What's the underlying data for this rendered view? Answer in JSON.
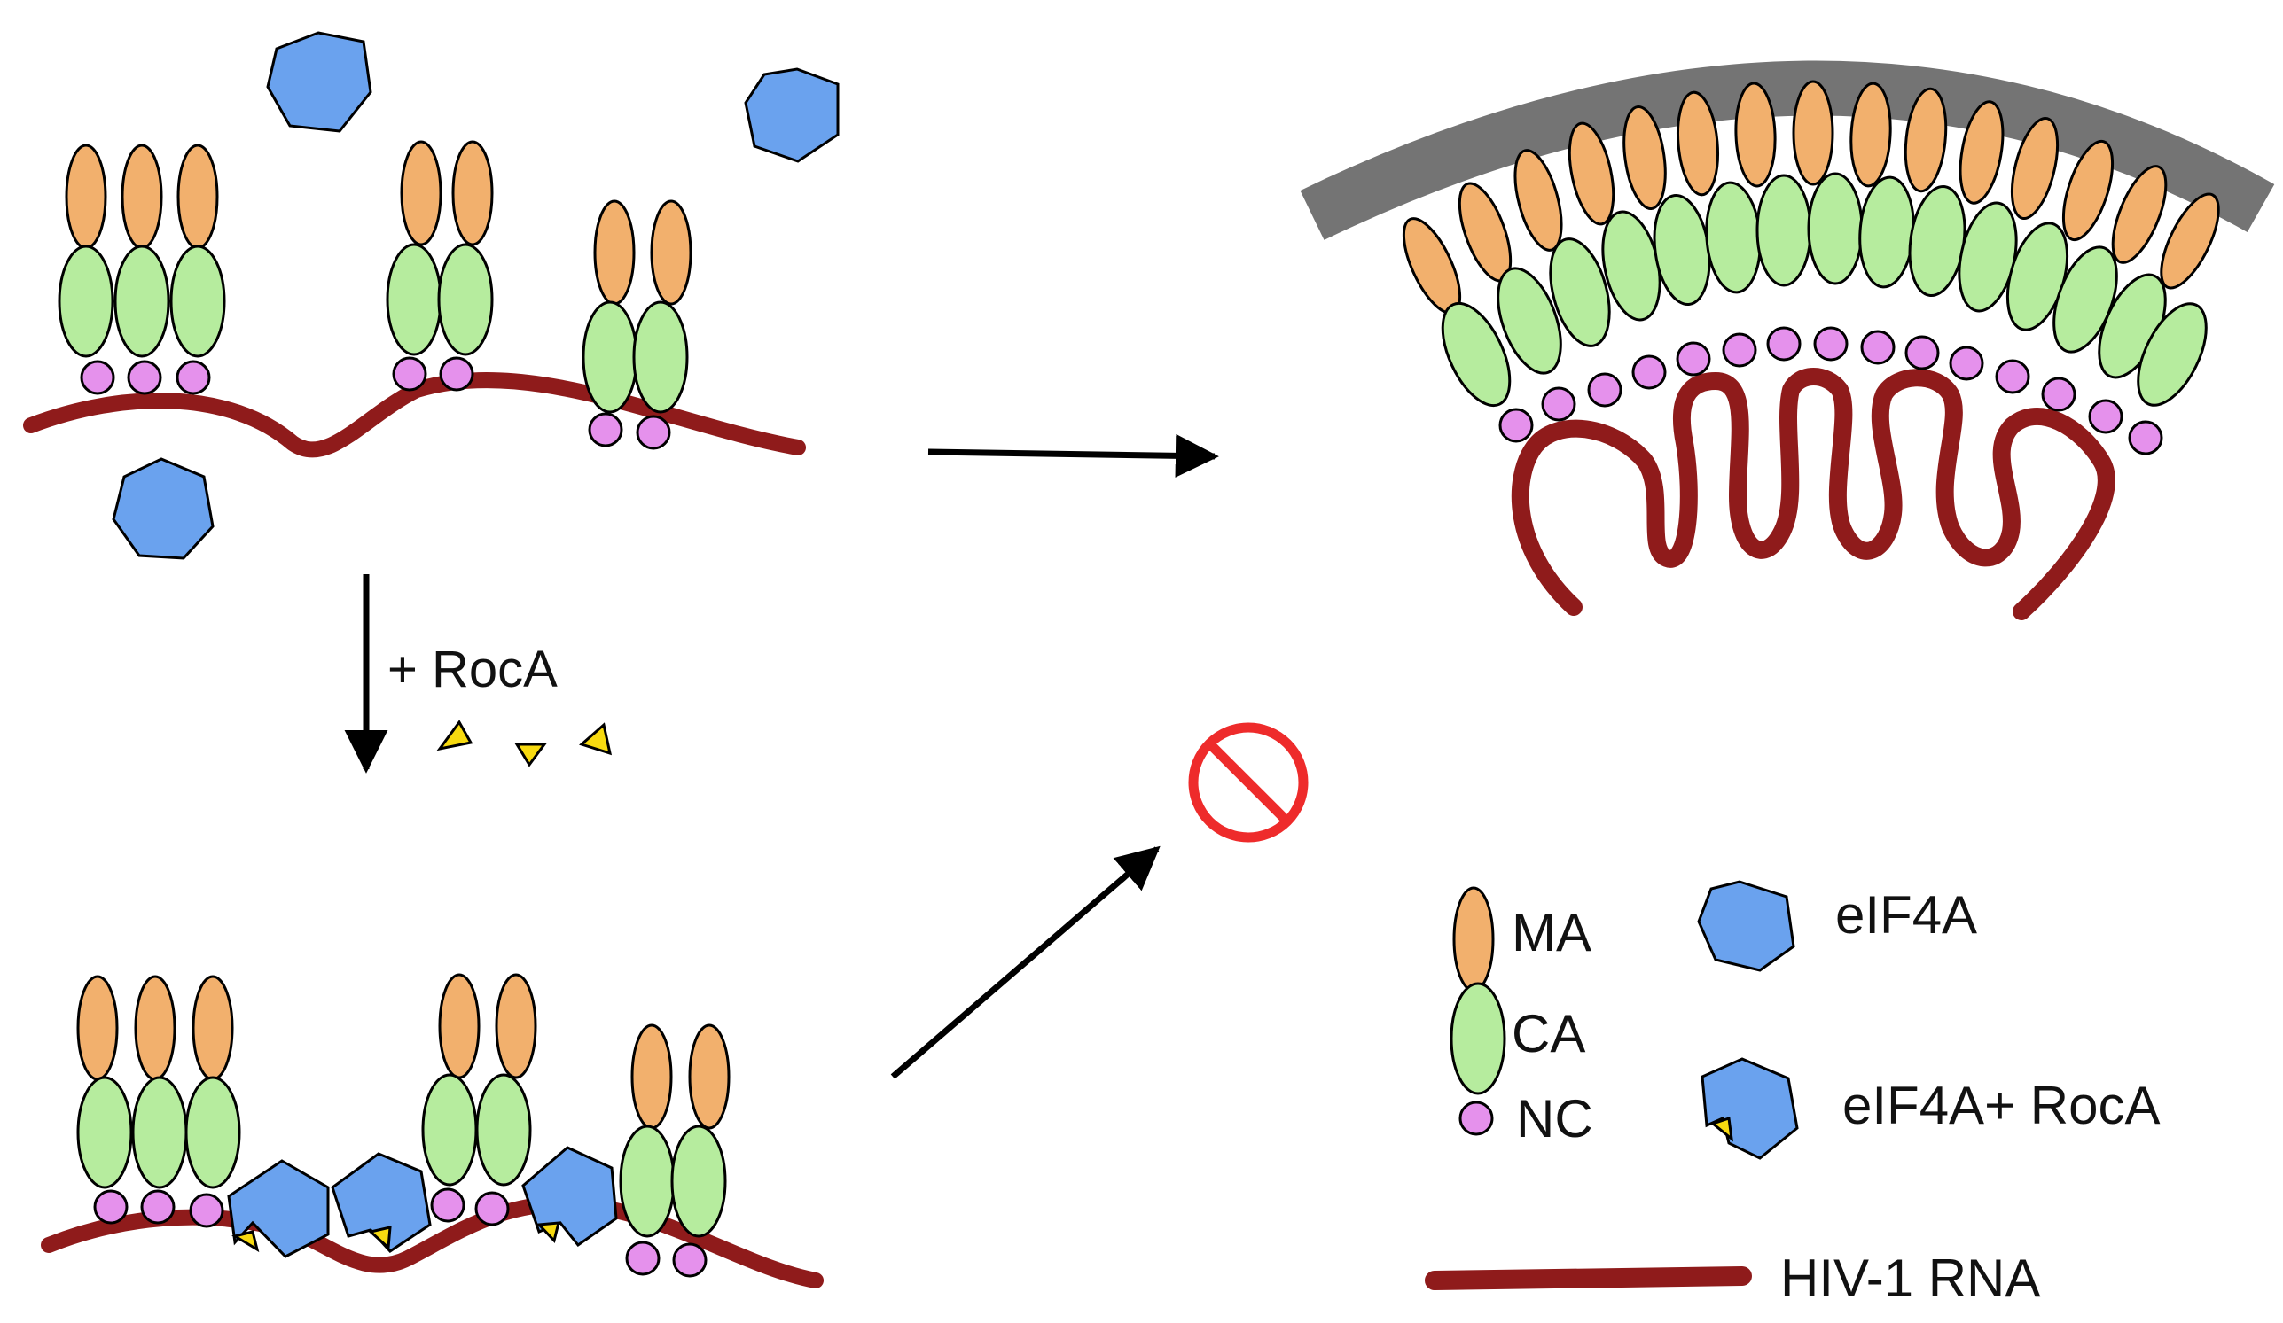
{
  "labels": {
    "treatment": "+ RocA",
    "legend_ma": "MA",
    "legend_ca": "CA",
    "legend_nc": "NC",
    "legend_eif4a": "eIF4A",
    "legend_eif4a_roca": "eIF4A+ RocA",
    "legend_rna": "HIV-1 RNA"
  },
  "colors": {
    "ma": "#F2B06D",
    "ca": "#B6EC9E",
    "nc": "#E591EC",
    "eif4a": "#6AA2EE",
    "roca": "#F7DA10",
    "rna": "#8F1B1B",
    "membrane": "#747474",
    "inhibit": "#EE2B2B",
    "arrow": "#000000"
  },
  "icons": {
    "eif4a": "heptagon-protein",
    "roca": "triangle-small-molecule",
    "inhibition": "prohibited-sign"
  }
}
